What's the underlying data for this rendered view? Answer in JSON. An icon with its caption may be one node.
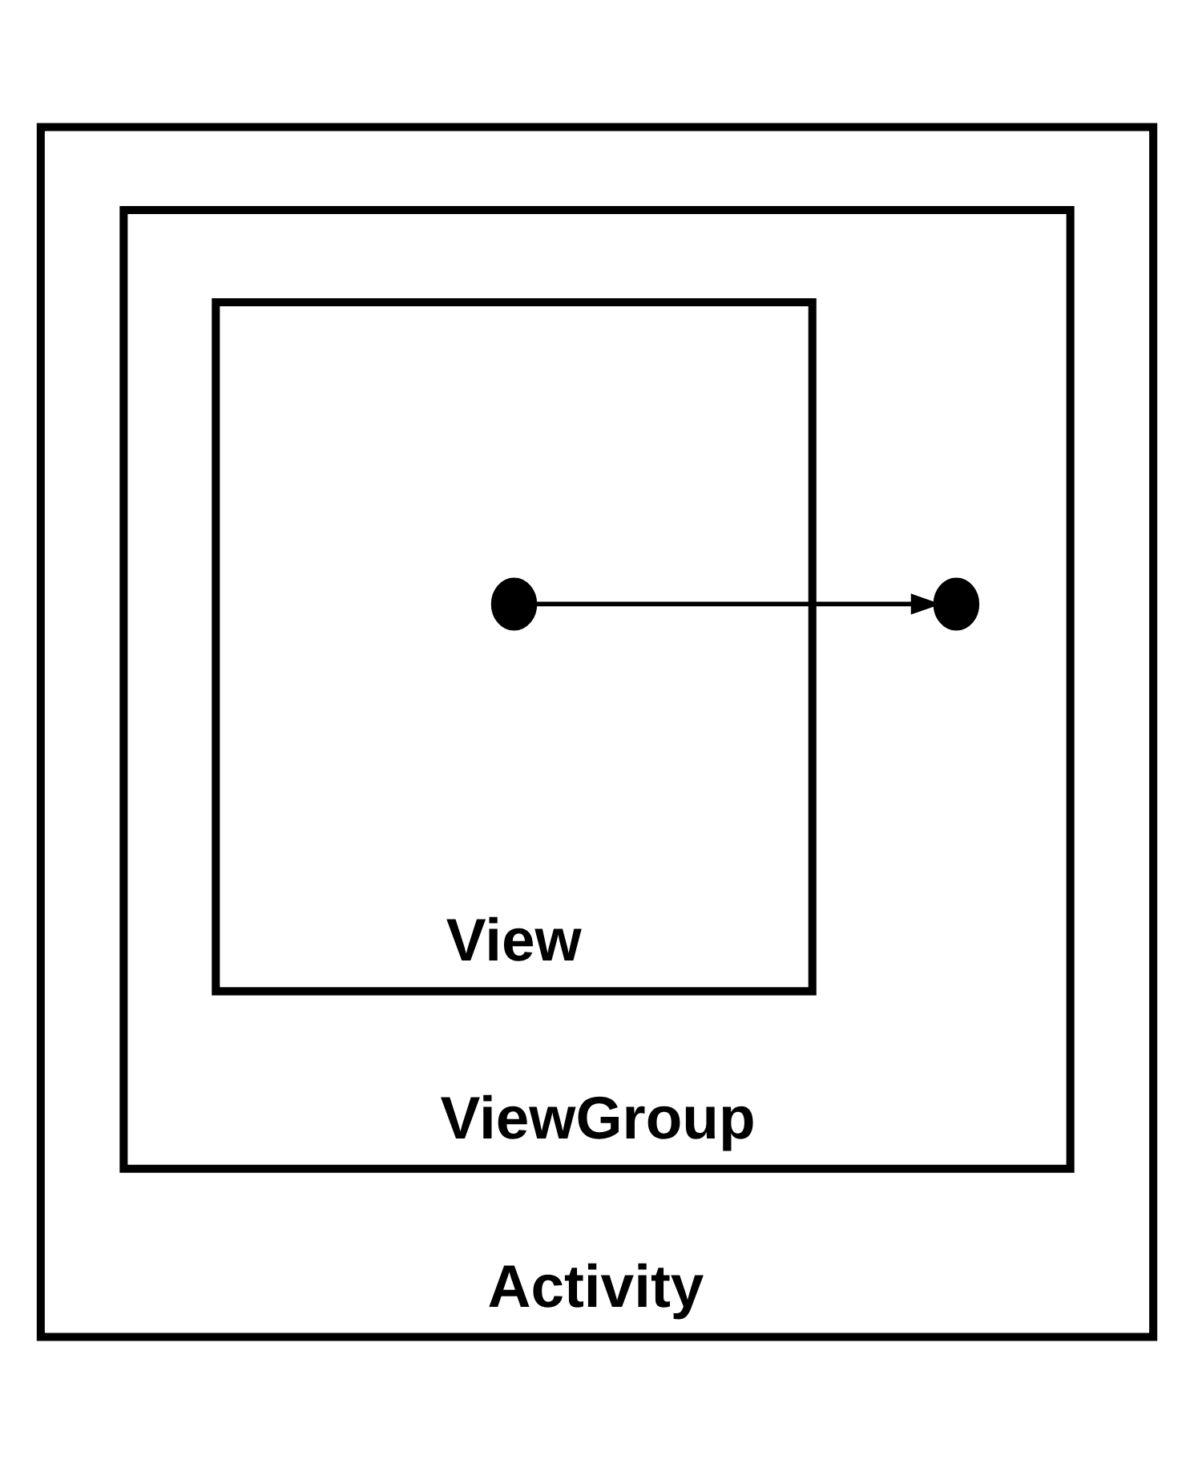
{
  "diagram": {
    "nodes": [
      {
        "text": [
          "Activity"
        ]
      },
      {
        "text": [
          "ViewGroup"
        ],
        "in": 0
      },
      {
        "text": [
          "View"
        ],
        "in": 1
      },
      {
        "text": [],
        "shape": "circle",
        "in": 2
      },
      {
        "text": [],
        "shape": "circle",
        "in": 1
      }
    ],
    "edges": [
      {
        "from": 3,
        "to": 4,
        "arrow": "to"
      }
    ]
  }
}
